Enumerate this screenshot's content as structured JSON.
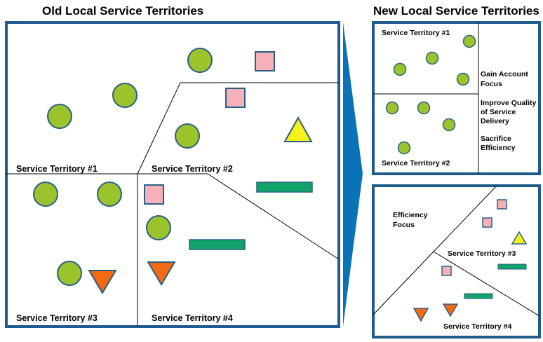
{
  "colors": {
    "frame": "#1f5b8c",
    "arrow": "#0a73b8",
    "circle_fill": "#9bc42c",
    "circle_stroke": "#2b5e86",
    "square_fill": "#f6b1b8",
    "triangle_yellow": "#f5f21a",
    "triangle_orange": "#f26a11",
    "bar_fill": "#10a36a"
  },
  "old": {
    "title": "Old Local Service Territories",
    "territories": [
      "Service Territory #1",
      "Service Territory #2",
      "Service Territory #3",
      "Service Territory #4"
    ]
  },
  "new": {
    "title": "New Local Service Territories",
    "top_panel": {
      "territories": [
        "Service Territory #1",
        "Service Territory #2"
      ],
      "notes": [
        "Gain Account",
        "Focus",
        "Improve Quality",
        "of Service",
        "Delivery",
        "Sacrifice",
        "Efficiency"
      ]
    },
    "bottom_panel": {
      "focus": [
        "Efficiency",
        "Focus"
      ],
      "territories": [
        "Service Territory #3",
        "Service Territory #4"
      ]
    }
  }
}
